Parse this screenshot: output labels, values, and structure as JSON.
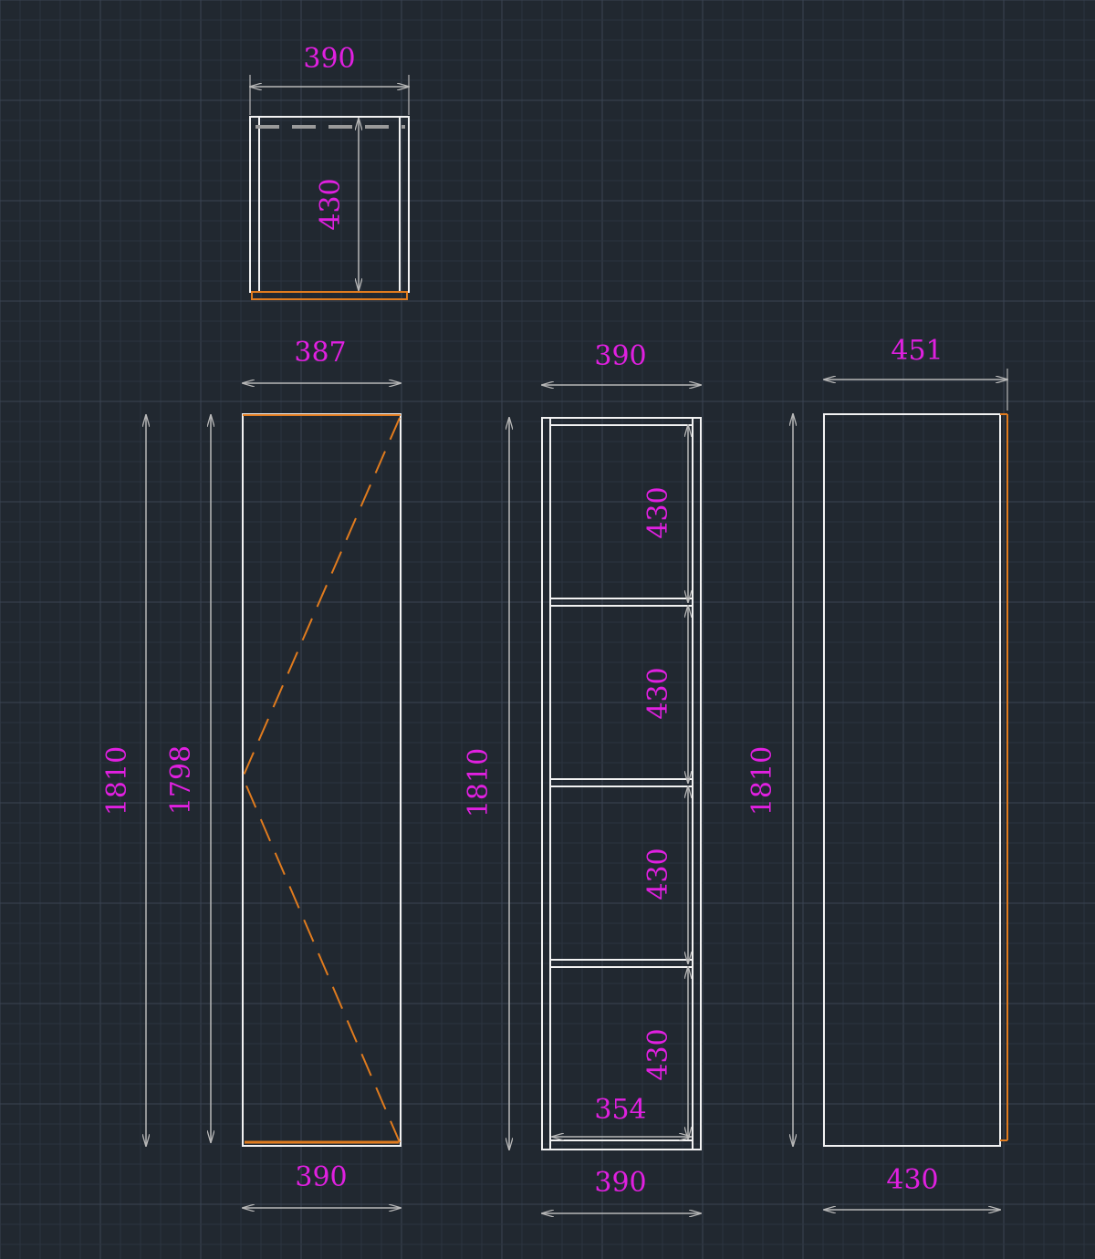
{
  "colors": {
    "background": "#212830",
    "grid_minor": "#2c3440",
    "grid_major": "#3a4452",
    "outline": "#f2f2f2",
    "accent_orange": "#e07b1e",
    "dimension_line": "#b8b8b8",
    "dimension_text": "#e020e0"
  },
  "views": {
    "top_view": {
      "width_label": "390",
      "depth_label": "430"
    },
    "front_door_view": {
      "top_width_label": "387",
      "bottom_width_label": "390",
      "overall_height_label": "1810",
      "door_height_label": "1798"
    },
    "front_open_view": {
      "top_width_label": "390",
      "bottom_width_label": "390",
      "overall_height_label": "1810",
      "compartment_labels": [
        "430",
        "430",
        "430",
        "430"
      ],
      "inner_width_label": "354"
    },
    "side_view": {
      "top_width_label": "451",
      "bottom_width_label": "430",
      "overall_height_label": "1810"
    }
  }
}
